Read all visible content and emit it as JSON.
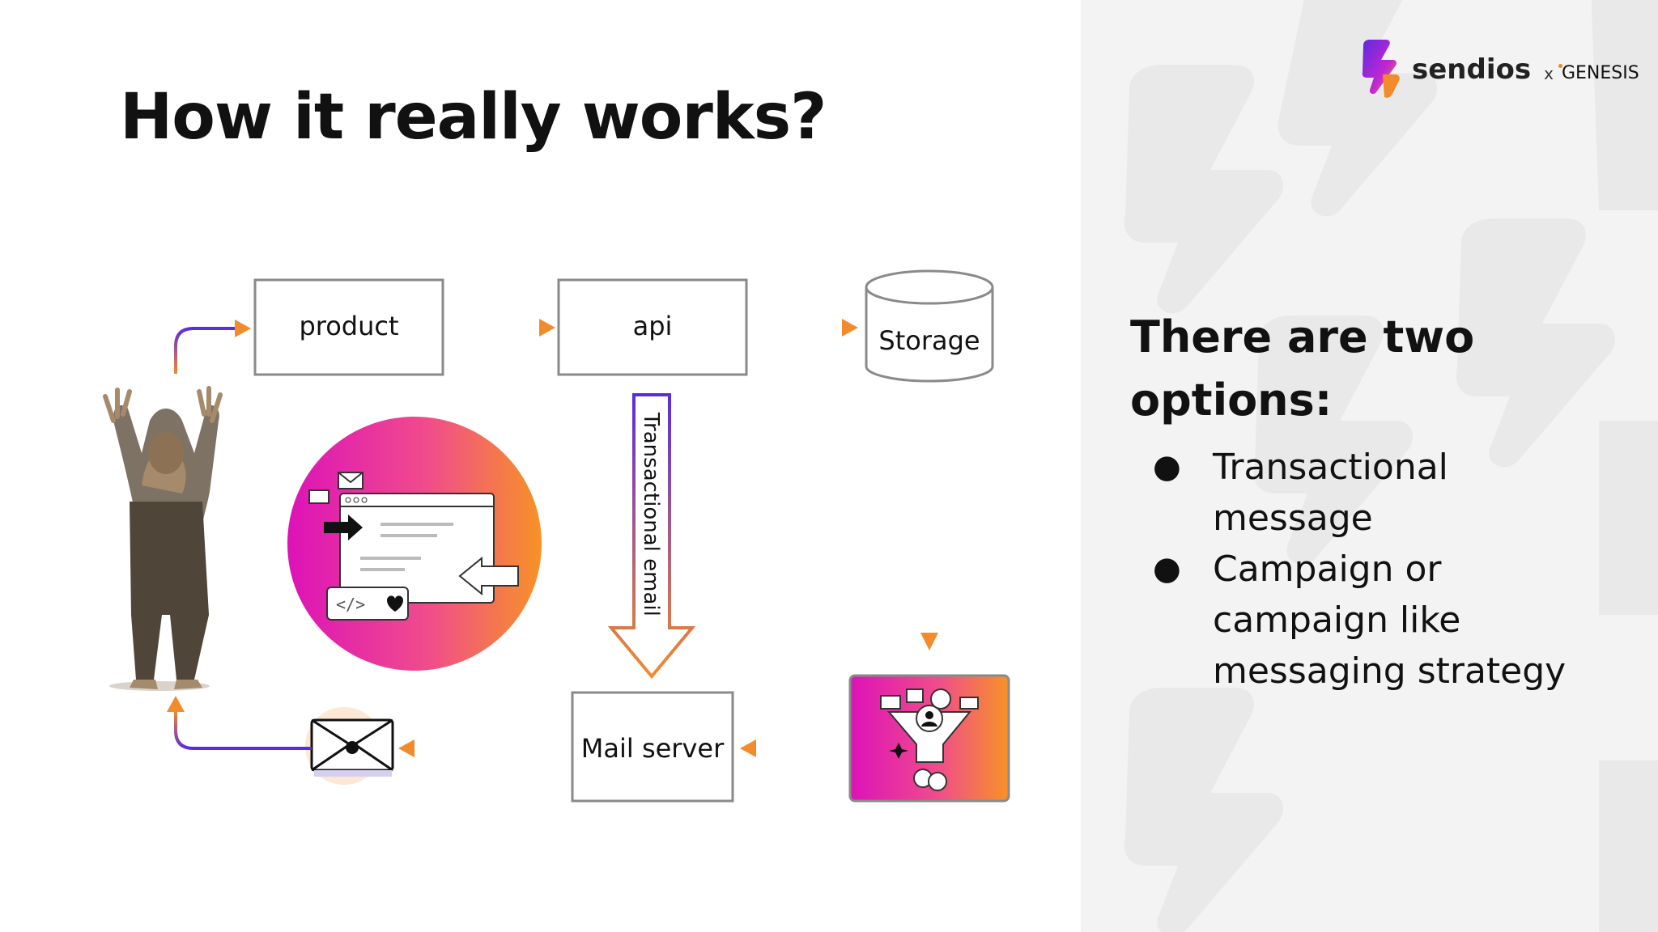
{
  "slide": {
    "title": "How it really works?"
  },
  "logo": {
    "brand": "sendios",
    "separator": "x",
    "partner": "GENESIS"
  },
  "diagram": {
    "nodes": {
      "product": "product",
      "api": "api",
      "storage": "Storage",
      "mail_server": "Mail server"
    },
    "edge_labels": {
      "transactional": "Transactional email"
    },
    "colors": {
      "purple": "#5b2be0",
      "orange": "#f28b2c",
      "pink": "#e020b0",
      "box_stroke": "#8a8a8a"
    }
  },
  "options": {
    "heading": "There are two options:",
    "items": [
      "Transactional message",
      "Campaign or campaign like messaging strategy"
    ],
    "bullet": "●"
  },
  "icons": [
    "sendios-logo-icon",
    "character-illustration",
    "web-email-illustration",
    "funnel-illustration",
    "envelope-icon"
  ]
}
